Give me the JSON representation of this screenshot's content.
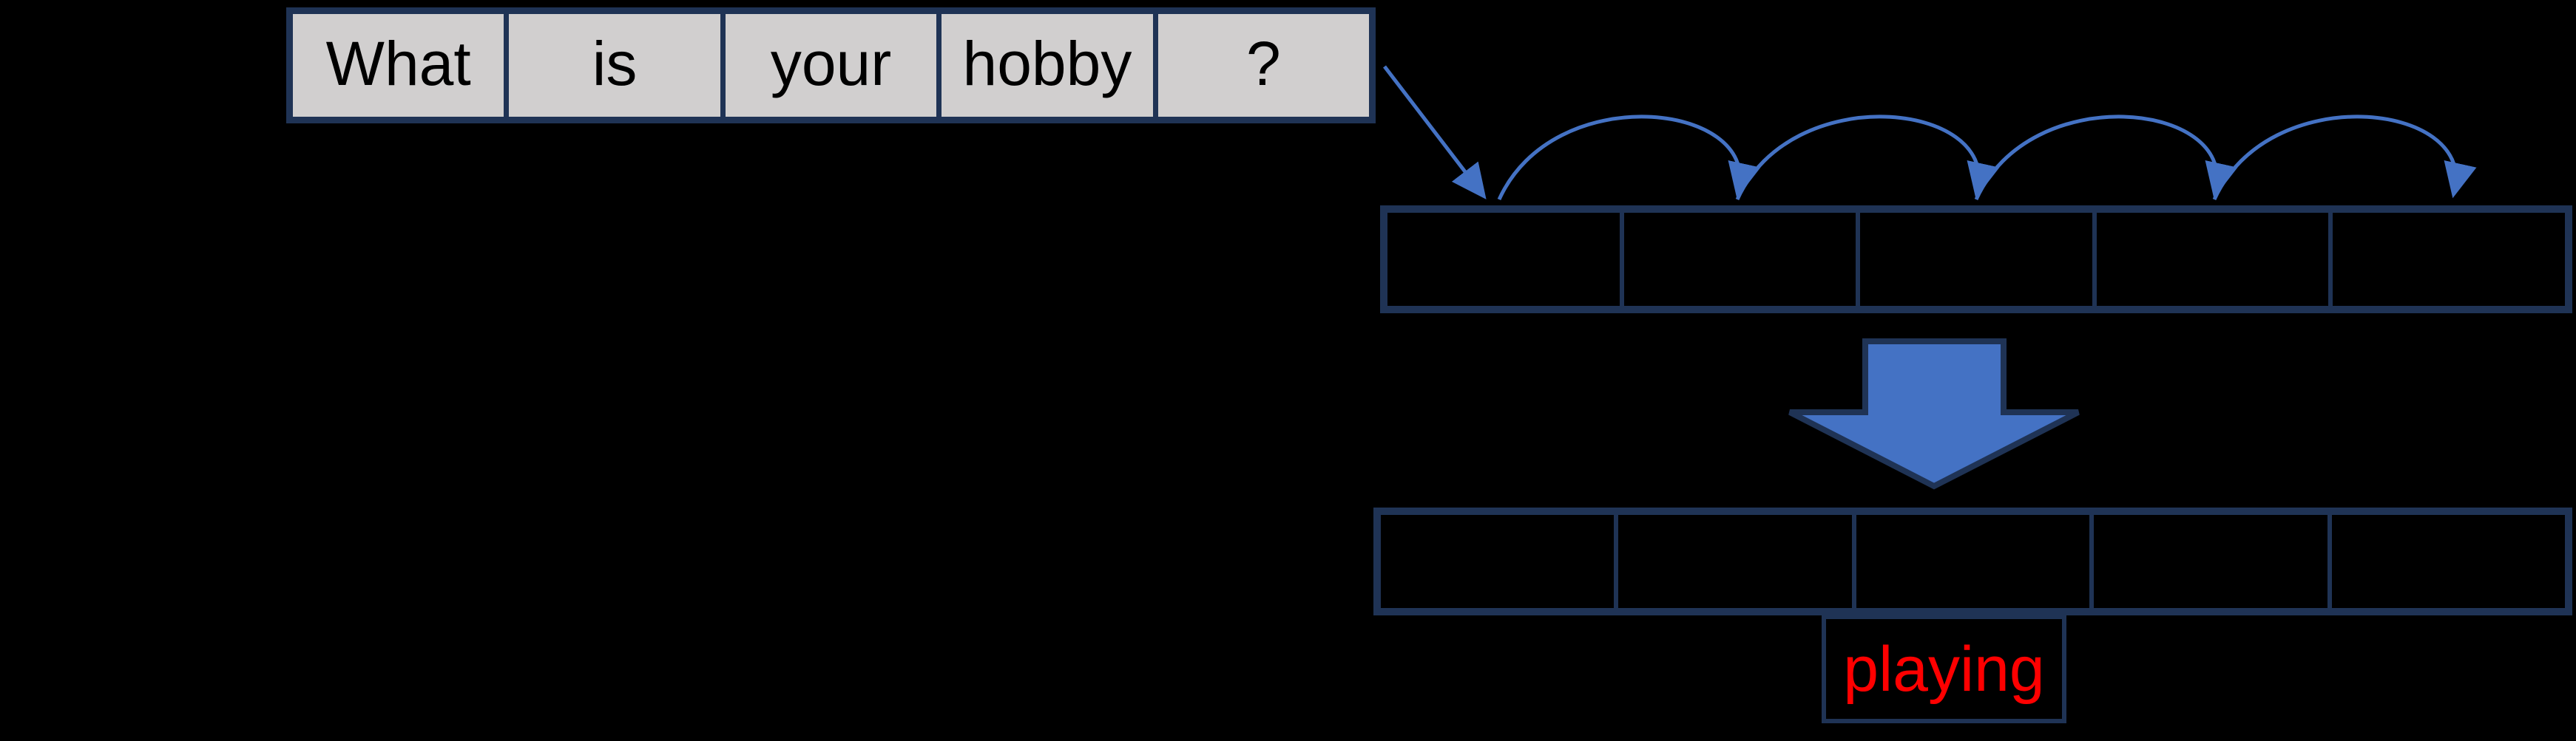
{
  "colors": {
    "background": "#000000",
    "token_box_fill": "#d1cfcf",
    "outline_navy": "#1f3355",
    "arrow_blue": "#4472c4",
    "answer_red": "#ff0000",
    "token_text": "#000000"
  },
  "sentence_row": {
    "tokens": [
      "What",
      "is",
      "your",
      "hobby",
      "?"
    ]
  },
  "top_sequence_row": {
    "cell_count": 5,
    "cell_contents": [
      "",
      "",
      "",
      "",
      ""
    ]
  },
  "bottom_sequence_row": {
    "cell_count": 5,
    "cell_contents": [
      "",
      "",
      "",
      "",
      ""
    ]
  },
  "answer_box": {
    "label": "playing"
  },
  "icons": {
    "question_to_sequence_arrow": "diagonal-line-arrow",
    "hop_arrows": "arc-bounce-arrows-x4",
    "big_down_arrow": "block-arrow-down"
  }
}
